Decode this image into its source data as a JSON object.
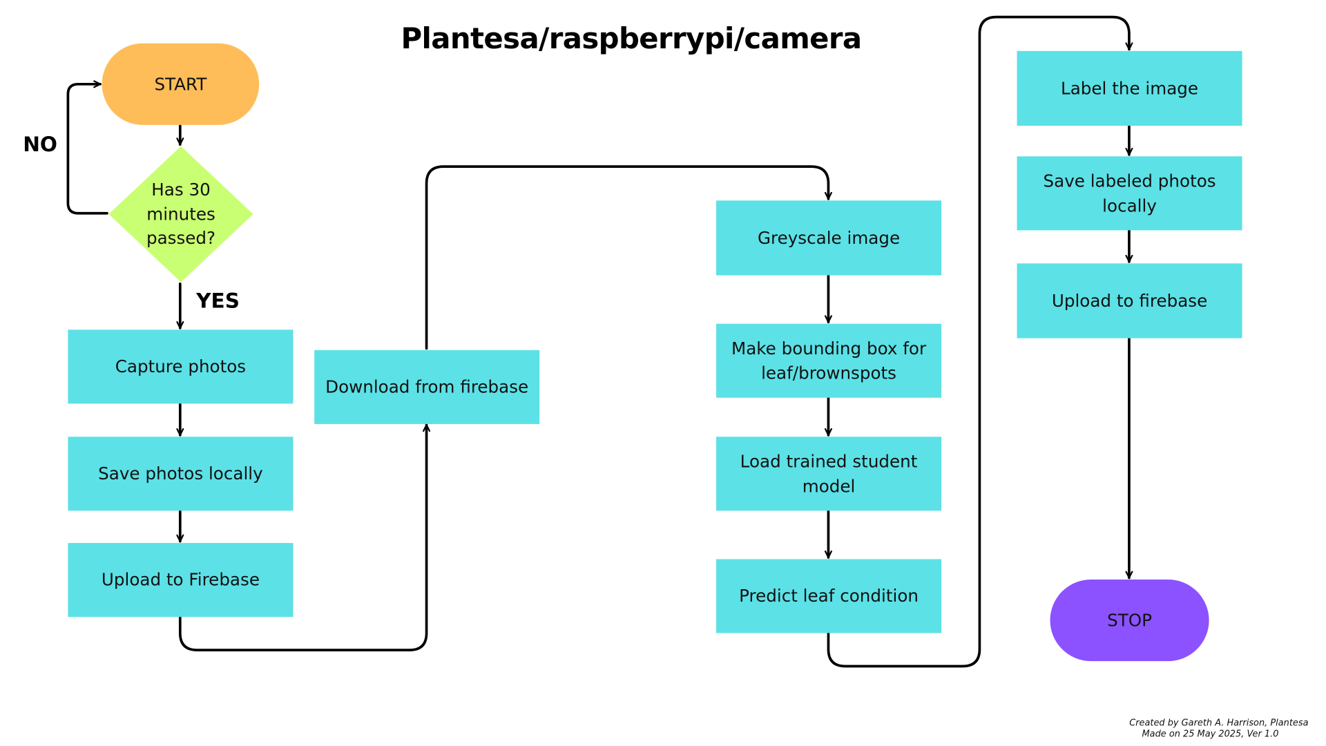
{
  "title": "Plantesa/raspberrypi/camera",
  "nodes": {
    "start": "START",
    "decision": "Has 30\nminutes\npassed?",
    "capture": "Capture photos",
    "save_local": "Save photos locally",
    "upload_firebase": "Upload to Firebase",
    "download": "Download from firebase",
    "greyscale": "Greyscale image",
    "bounding_box": "Make bounding box for\nleaf/brownspots",
    "load_model": "Load trained student\nmodel",
    "predict": "Predict leaf condition",
    "label": "Label the image",
    "save_labeled": "Save labeled photos\nlocally",
    "upload_firebase_2": "Upload to firebase",
    "stop": "STOP"
  },
  "branches": {
    "no": "NO",
    "yes": "YES"
  },
  "credit": {
    "line1": "Created by Gareth A. Harrison, Plantesa",
    "line2": "Made on 25 May 2025, Ver 1.0"
  },
  "colors": {
    "process": "#5ce1e6",
    "start": "#ffbd59",
    "stop": "#8c52ff",
    "decision": "#c9ff72",
    "connector": "#000000"
  }
}
